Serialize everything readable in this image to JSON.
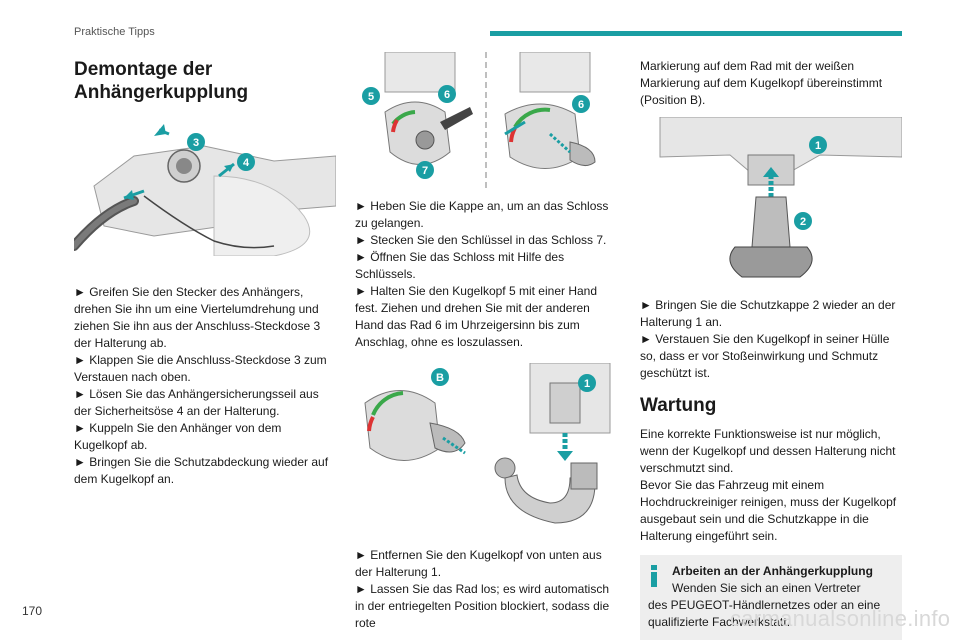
{
  "header": {
    "section": "Praktische Tipps",
    "accent_color": "#1a9ea3"
  },
  "page_number": "170",
  "watermark": "carmanualsonline.info",
  "col1": {
    "title": "Demontage der Anhängerkupplung",
    "fig_labels": [
      "3",
      "4"
    ],
    "steps": [
      "► Greifen Sie den Stecker des Anhängers, drehen Sie ihn um eine Viertelumdrehung und ziehen Sie ihn aus der Anschluss-Steckdose 3 der Halterung ab.",
      "► Klappen Sie die Anschluss-Steckdose 3 zum Verstauen nach oben.",
      "► Lösen Sie das Anhängersicherungsseil aus der Sicherheitsöse 4 an der Halterung.",
      "► Kuppeln Sie den Anhänger von dem Kugelkopf ab.",
      "► Bringen Sie die Schutzabdeckung wieder auf dem Kugelkopf an."
    ]
  },
  "col2": {
    "fig_labels": [
      "5",
      "6",
      "7",
      "6"
    ],
    "steps": [
      "► Heben Sie die Kappe an, um an das Schloss zu gelangen.",
      "► Stecken Sie den Schlüssel in das Schloss 7.",
      "► Öffnen Sie das Schloss mit Hilfe des Schlüssels.",
      "► Halten Sie den Kugelkopf 5 mit einer Hand fest. Ziehen und drehen Sie mit der anderen Hand das Rad 6 im Uhrzeigersinn bis zum Anschlag, ohne es loszulassen."
    ],
    "fig2_labels": [
      "B",
      "1"
    ],
    "steps2": [
      "► Entfernen Sie den Kugelkopf von unten aus der Halterung 1.",
      "► Lassen Sie das Rad los; es wird automatisch in der entriegelten Position blockiert, sodass die rote"
    ]
  },
  "col3": {
    "intro": "Markierung auf dem Rad mit der weißen Markierung auf dem Kugelkopf übereinstimmt (Position B).",
    "fig_labels": [
      "1",
      "2"
    ],
    "steps": [
      "► Bringen Sie die Schutzkappe 2 wieder an der Halterung 1 an.",
      "► Verstauen Sie den Kugelkopf in seiner Hülle so, dass er vor Stoßeinwirkung und Schmutz geschützt ist."
    ],
    "maintenance_title": "Wartung",
    "maintenance_paras": [
      "Eine korrekte Funktionsweise ist nur möglich, wenn der Kugelkopf und dessen Halterung nicht verschmutzt sind.",
      "Bevor Sie das Fahrzeug mit einem Hochdruckreiniger reinigen, muss der Kugelkopf ausgebaut sein und die Schutzkappe in die Halterung eingeführt sein."
    ],
    "info": {
      "title": "Arbeiten an der Anhängerkupplung",
      "line1": "Wenden Sie sich an einen Vertreter",
      "line2": "des PEUGEOT-Händlernetzes oder an eine qualifizierte Fachwerkstatt."
    }
  }
}
